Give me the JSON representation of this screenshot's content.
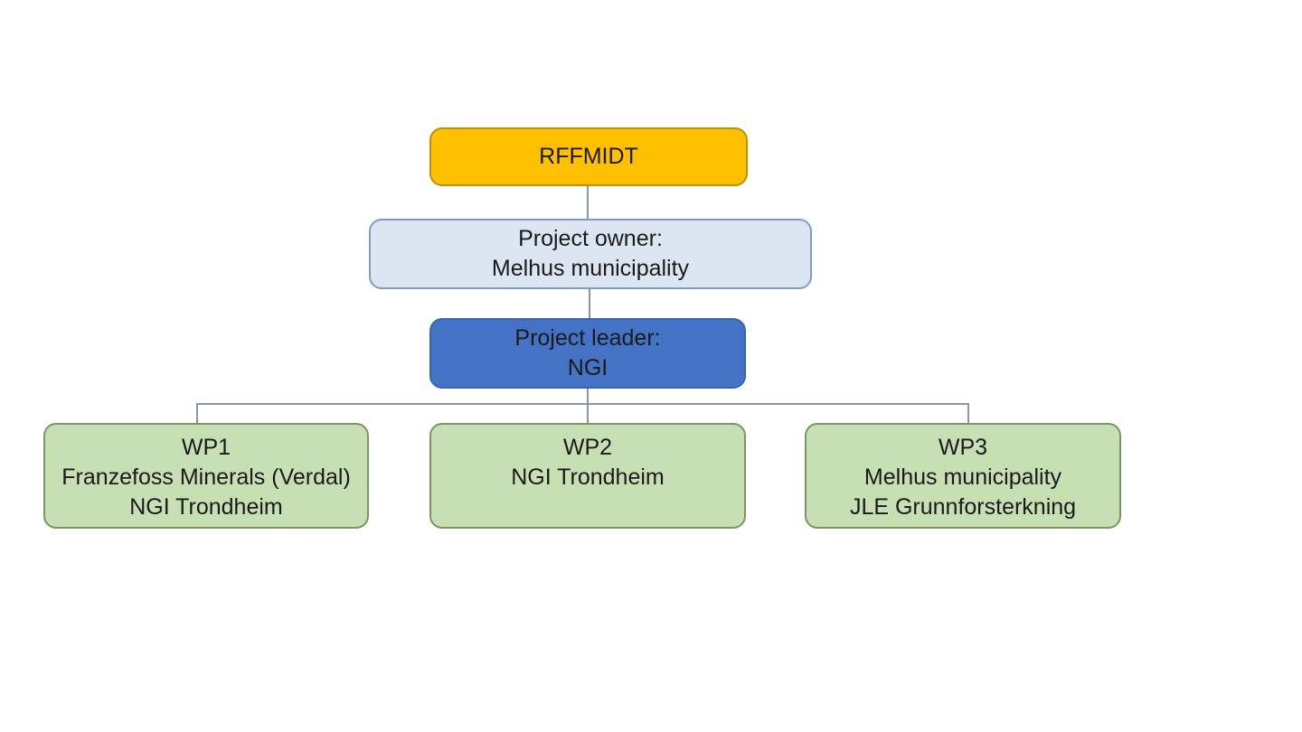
{
  "diagram": {
    "type": "org-chart",
    "nodes": {
      "root": {
        "label": "RFFMIDT",
        "fill": "#FFC000",
        "border": "#BF9000"
      },
      "owner": {
        "lines": [
          "Project owner:",
          "Melhus municipality"
        ],
        "fill": "#DCE6F2",
        "border": "#7F9CC4"
      },
      "leader": {
        "lines": [
          "Project leader:",
          "NGI"
        ],
        "fill": "#4472C4",
        "border": "#3A66AE"
      },
      "wp1": {
        "lines": [
          "WP1",
          "Franzefoss Minerals (Verdal)",
          "NGI Trondheim"
        ],
        "fill": "#C6E0B4",
        "border": "#7D9464"
      },
      "wp2": {
        "lines": [
          "WP2",
          "NGI Trondheim"
        ],
        "fill": "#C6E0B4",
        "border": "#7D9464"
      },
      "wp3": {
        "lines": [
          "WP3",
          "Melhus municipality",
          "JLE Grunnforsterkning"
        ],
        "fill": "#C6E0B4",
        "border": "#7D9464"
      }
    },
    "colors": {
      "connector": "#8496B0",
      "text": "#1a1a1a",
      "background": "#ffffff"
    }
  }
}
